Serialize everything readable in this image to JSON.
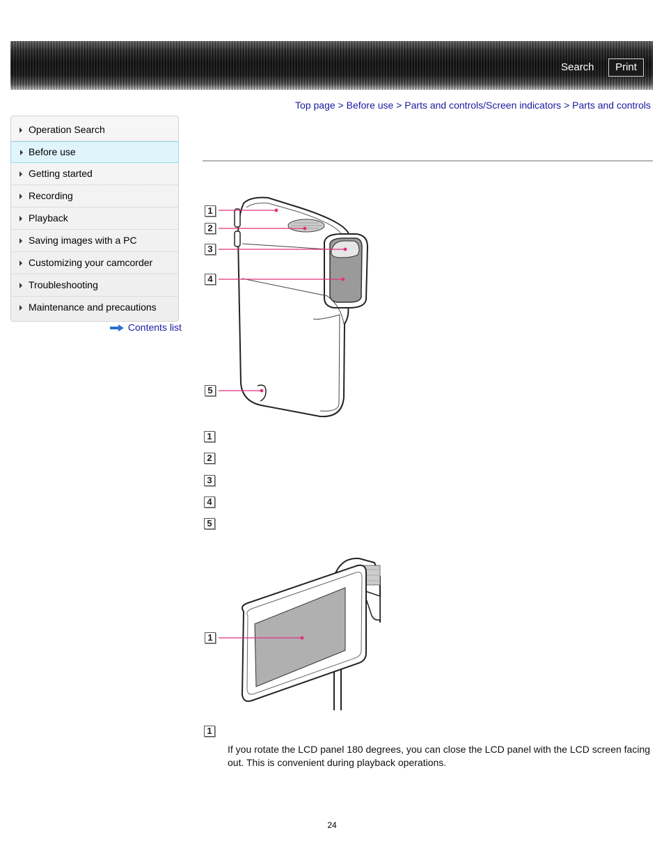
{
  "header": {
    "search_label": "Search",
    "print_label": "Print"
  },
  "breadcrumb": {
    "items": [
      "Top page",
      "Before use",
      "Parts and controls/Screen indicators",
      "Parts and controls"
    ],
    "separator": ">"
  },
  "sidebar": {
    "items": [
      {
        "label": "Operation Search",
        "active": false
      },
      {
        "label": "Before use",
        "active": true
      },
      {
        "label": "Getting started",
        "active": false
      },
      {
        "label": "Recording",
        "active": false
      },
      {
        "label": "Playback",
        "active": false
      },
      {
        "label": "Saving images with a PC",
        "active": false
      },
      {
        "label": "Customizing your camcorder",
        "active": false
      },
      {
        "label": "Troubleshooting",
        "active": false
      },
      {
        "label": "Maintenance and precautions",
        "active": false
      }
    ],
    "contents_link": "Contents list"
  },
  "figure1": {
    "callouts": [
      "1",
      "2",
      "3",
      "4",
      "5"
    ]
  },
  "legend1": {
    "items": [
      "1",
      "2",
      "3",
      "4",
      "5"
    ]
  },
  "figure2": {
    "callouts": [
      "1"
    ]
  },
  "legend2": {
    "items": [
      "1"
    ],
    "description": "If you rotate the LCD panel 180 degrees, you can close the LCD panel with the LCD screen facing out. This is convenient during playback operations."
  },
  "page_number": "24",
  "colors": {
    "accent_link": "#1a1aa0",
    "callout_line": "#e0307a",
    "active_nav_bg": "#dff4fb"
  }
}
